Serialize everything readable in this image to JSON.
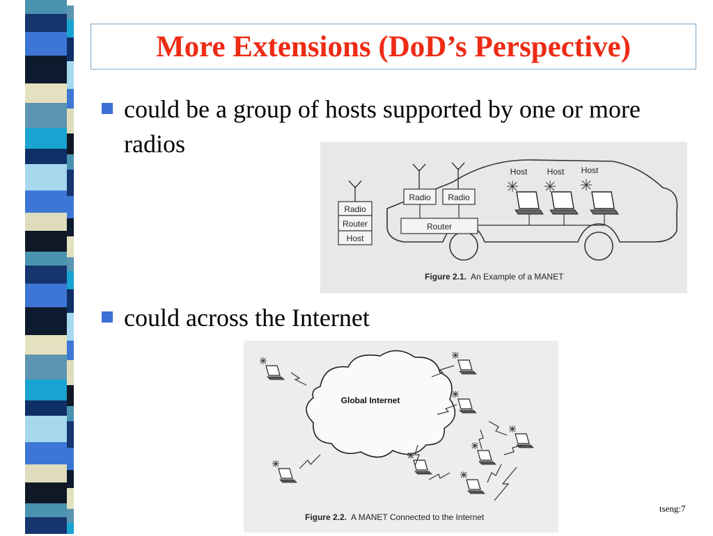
{
  "slide": {
    "title": "More Extensions (DoD’s Perspective)",
    "bullets": [
      "could be a group of hosts supported by one or more radios",
      "could across the Internet"
    ],
    "footer": "tseng:7",
    "colors": {
      "title": "#ee2b15",
      "bullet": "#3d6fd6",
      "title_border": "#7aa6c8"
    }
  },
  "figure1": {
    "caption_prefix": "Figure 2.1.",
    "caption": "An Example of a MANET",
    "stack": [
      "Radio",
      "Router",
      "Host"
    ],
    "radios": [
      "Radio",
      "Radio"
    ],
    "router": "Router",
    "hosts": [
      "Host",
      "Host",
      "Host"
    ]
  },
  "figure2": {
    "caption_prefix": "Figure 2.2.",
    "caption": "A MANET Connected to the Internet",
    "cloud_label": "Global Internet"
  }
}
